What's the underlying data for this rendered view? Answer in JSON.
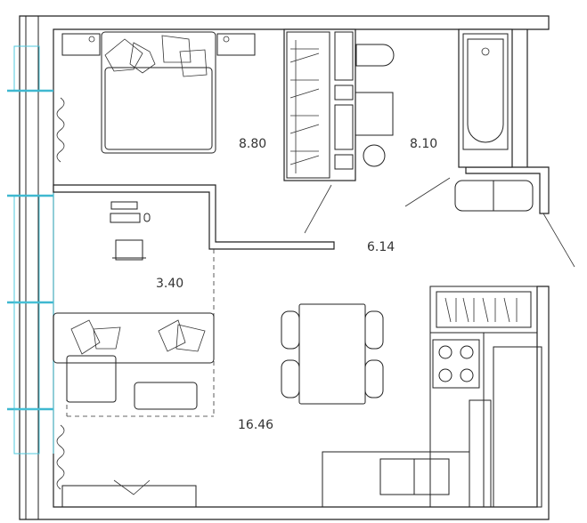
{
  "title": "Apartment floor plan",
  "rooms": [
    {
      "id": "bedroom",
      "area": "8.80"
    },
    {
      "id": "bathroom",
      "area": "8.10"
    },
    {
      "id": "hallway",
      "area": "6.14"
    },
    {
      "id": "workspace",
      "area": "3.40"
    },
    {
      "id": "living-kitchen",
      "area": "16.46"
    }
  ],
  "colors": {
    "walls": "#222222",
    "windows": "#4fc8dc"
  }
}
